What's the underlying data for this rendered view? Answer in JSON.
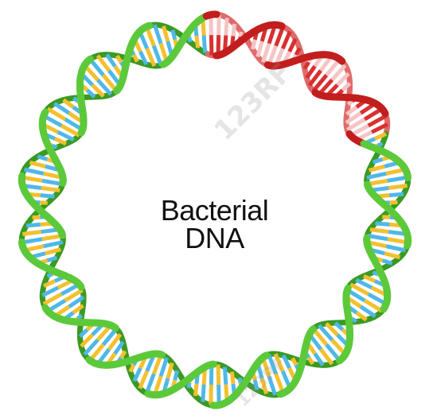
{
  "label": {
    "line1": "Bacterial",
    "line2": "DNA"
  },
  "watermark": "123RF",
  "colors": {
    "backbone": "#5cc93a",
    "backbone_dark": "#3a9a22",
    "plasmid_backbone": "#e06a6a",
    "plasmid_backbone_dark": "#c21e1e",
    "rung_blue": "#4fb8e8",
    "rung_yellow": "#f4c02e",
    "rung_red": "#d83030",
    "rung_light": "#f6c4c4"
  }
}
